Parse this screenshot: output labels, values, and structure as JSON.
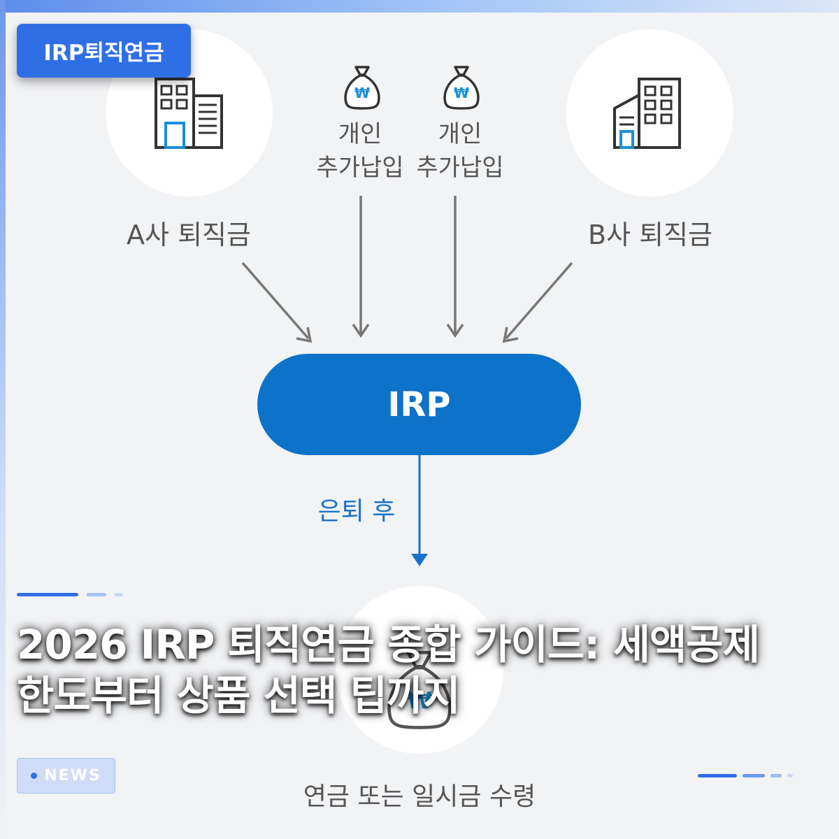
{
  "category_badge": "IRP퇴직연금",
  "diagram": {
    "source_a": "A사 퇴직금",
    "source_b": "B사 퇴직금",
    "personal_1_line1": "개인",
    "personal_1_line2": "추가납입",
    "personal_2_line1": "개인",
    "personal_2_line2": "추가납입",
    "center": "IRP",
    "after_retirement": "은퇴 후",
    "result": "연금 또는 일시금 수령",
    "currency_symbol": "₩"
  },
  "headline": {
    "line1": "2026 IRP 퇴직연금 종합 가이드: 세액공제",
    "line2": "한도부터 상품 선택 팁까지"
  },
  "news_badge": "NEWS",
  "colors": {
    "accent": "#2f6fe6",
    "irp_blue": "#0d72c9",
    "arrow_gray": "#777777",
    "background": "#f2f3f5"
  }
}
